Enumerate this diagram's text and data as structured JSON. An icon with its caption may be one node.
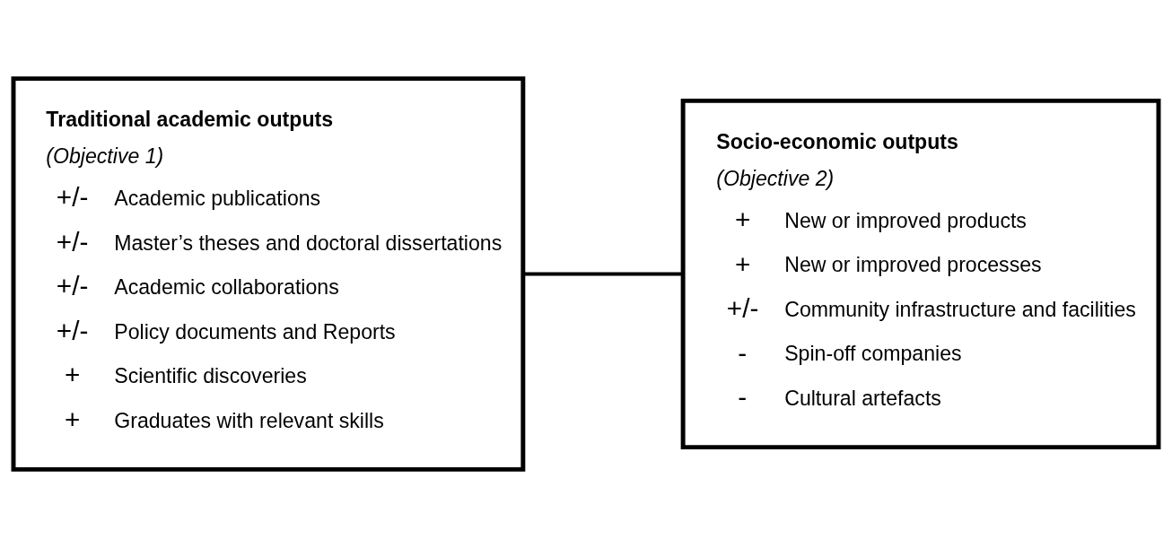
{
  "diagram": {
    "nodes": [
      {
        "text": [
          "Traditional academic outputs",
          "(Objective 1)",
          "+/-",
          "Academic publications",
          "+/-",
          "Master’s theses and doctoral dissertations",
          "+/-",
          "Academic collaborations",
          "+/-",
          "Policy documents and Reports",
          "+",
          "Scientific discoveries",
          "+",
          "Graduates with relevant skills"
        ]
      },
      {
        "text": [
          "Socio-economic outputs",
          "(Objective 2)",
          "+",
          "New or improved products",
          "+",
          "New or improved processes",
          "+/-",
          "Community infrastructure and facilities",
          "-",
          "Spin-off companies",
          "-",
          "Cultural artefacts"
        ]
      }
    ],
    "edges": [
      {
        "from": 0,
        "to": 1,
        "arrow": "none"
      }
    ]
  }
}
